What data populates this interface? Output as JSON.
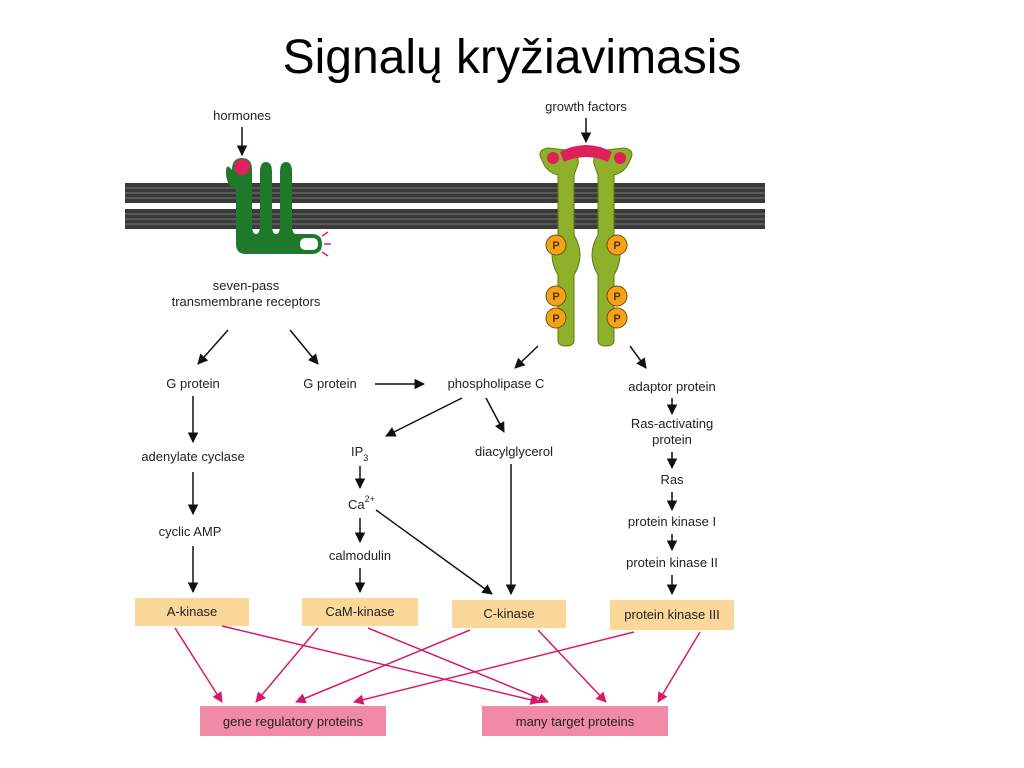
{
  "title": "Signalų kryžiavimasis",
  "labels": {
    "hormones": "hormones",
    "growth_factors": "growth factors",
    "seven_pass_1": "seven-pass",
    "seven_pass_2": "transmembrane receptors",
    "g_protein_left": "G protein",
    "g_protein_right": "G protein",
    "phospholipase_c": "phospholipase C",
    "adaptor_protein": "adaptor protein",
    "adenylate_cyclase": "adenylate cyclase",
    "ip3_main": "IP",
    "ip3_sub": "3",
    "diacylglycerol": "diacylglycerol",
    "ras_activating_1": "Ras-activating",
    "ras_activating_2": "protein",
    "ras": "Ras",
    "cyclic_amp": "cyclic AMP",
    "ca_main": "Ca",
    "ca_sup": "2+",
    "calmodulin": "calmodulin",
    "protein_kinase_i": "protein kinase I",
    "protein_kinase_ii": "protein kinase II",
    "phospho": "P"
  },
  "kinases": {
    "a_kinase": "A-kinase",
    "cam_kinase": "CaM-kinase",
    "c_kinase": "C-kinase",
    "protein_kinase_iii": "protein kinase III"
  },
  "targets": {
    "gene_regulatory": "gene regulatory proteins",
    "many_target": "many target proteins"
  },
  "colors": {
    "membrane": "#3a3a3a",
    "receptor_green": "#1e7a2a",
    "rtk_green": "#8fb02a",
    "ligand_pink": "#e0205a",
    "phospho_orange": "#f5a21b",
    "kinase_box": "#fbd79a",
    "target_box": "#f08aa6",
    "output_arrow": "#d61a6a"
  }
}
